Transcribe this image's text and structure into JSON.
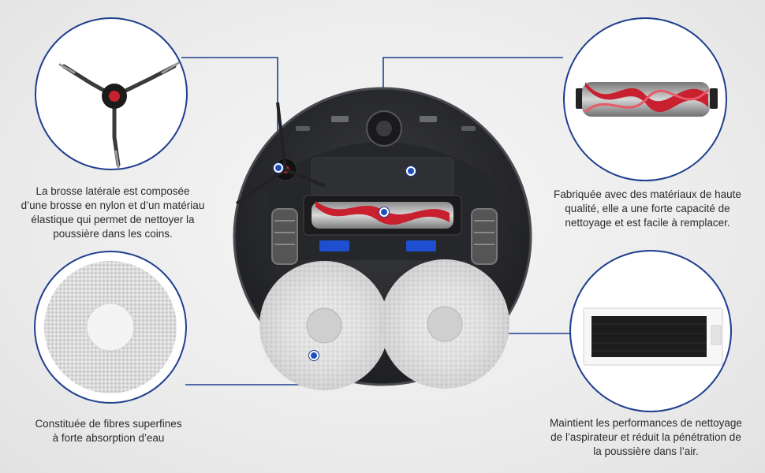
{
  "captions": {
    "side_brush": [
      "La brosse latérale est composée",
      "d’une brosse en nylon et d’un matériau",
      "élastique qui permet de nettoyer la",
      "poussière dans les coins."
    ],
    "main_brush": [
      "Fabriquée avec des matériaux de haute",
      "qualité, elle a une forte capacité de",
      "nettoyage et est facile à remplacer."
    ],
    "mop_pad": [
      "Constituée de fibres superfines",
      "à forte absorption d’eau"
    ],
    "filter": [
      "Maintient les performances de nettoyage",
      "de l’aspirateur et réduit la pénétration de",
      "la poussière dans l’air."
    ]
  },
  "colors": {
    "accent_line": "#1f3f8f",
    "brush_red": "#c8202e",
    "robot_body": "#2c2d31"
  },
  "icons": [
    "side-brush-icon",
    "roller-brush-icon",
    "mop-pad-icon",
    "filter-icon"
  ]
}
